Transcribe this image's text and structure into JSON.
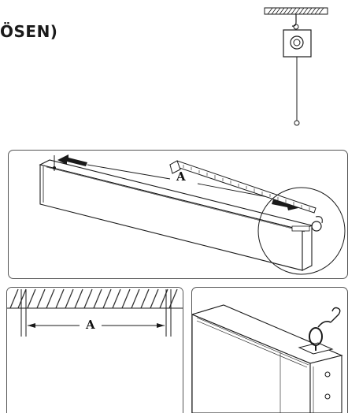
{
  "heading": {
    "text": "ÖSEN)"
  },
  "diagram_top": {
    "dimension_label": "A"
  },
  "diagram_bottom_left": {
    "dimension_label": "A"
  },
  "colors": {
    "line": "#1a1a1a",
    "panel_border": "#555555",
    "hatch": "#333333"
  }
}
